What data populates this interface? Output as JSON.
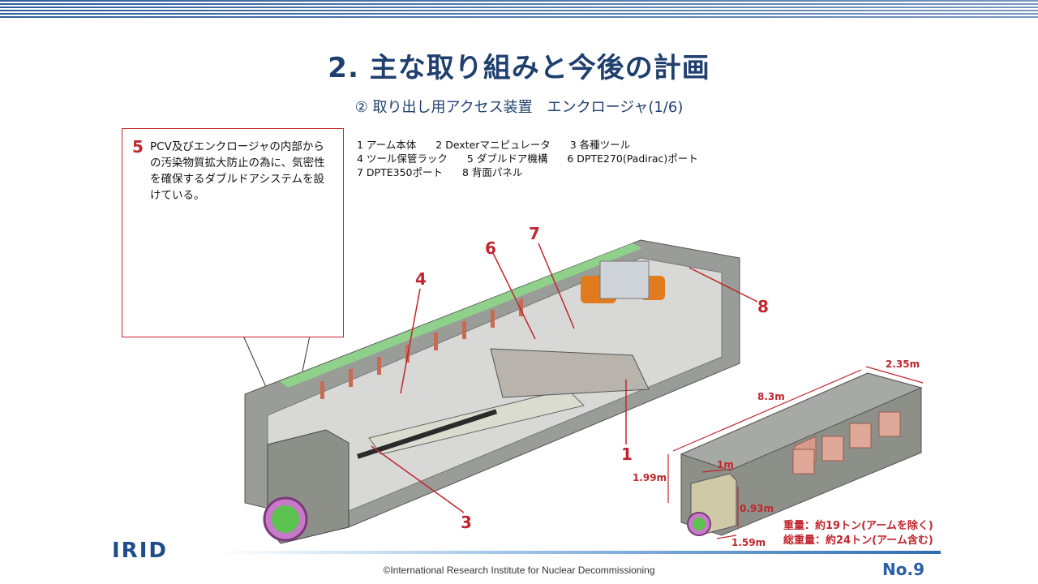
{
  "slide": {
    "title": "2. 主な取り組みと今後の計画",
    "subtitle": "② 取り出し用アクセス装置　エンクロージャ(1/6)"
  },
  "callout": {
    "number": "5",
    "text": "PCV及びエンクロージャの内部からの汚染物質拡大防止の為に、気密性を確保するダブルドアシステムを設けている。"
  },
  "legend": {
    "row1": [
      "1 アーム本体",
      "2 Dexterマニピュレータ",
      "3 各種ツール"
    ],
    "row2": [
      "4 ツール保管ラック",
      "5 ダブルドア機構",
      "6 DPTE270(Padirac)ポート"
    ],
    "row3": [
      "7 DPTE350ポート",
      "8 背面パネル"
    ]
  },
  "markers": [
    "1",
    "3",
    "4",
    "6",
    "7",
    "8"
  ],
  "dimensions": {
    "width": "2.35m",
    "length": "8.3m",
    "height": "1.99m",
    "door_width": "1m",
    "door_height": "0.93m",
    "door_base": "1.59m"
  },
  "weights": {
    "net": "重量：約19トン(アームを除く)",
    "gross": "総重量：約24トン(アーム含む)"
  },
  "footer": {
    "logo": "IRID",
    "copyright": "©International Research Institute for Nuclear Decommissioning",
    "page": "No.9"
  },
  "colors": {
    "accent_red": "#c0262d",
    "title_blue": "#1f3f6e",
    "page_blue": "#2a5ea8"
  }
}
